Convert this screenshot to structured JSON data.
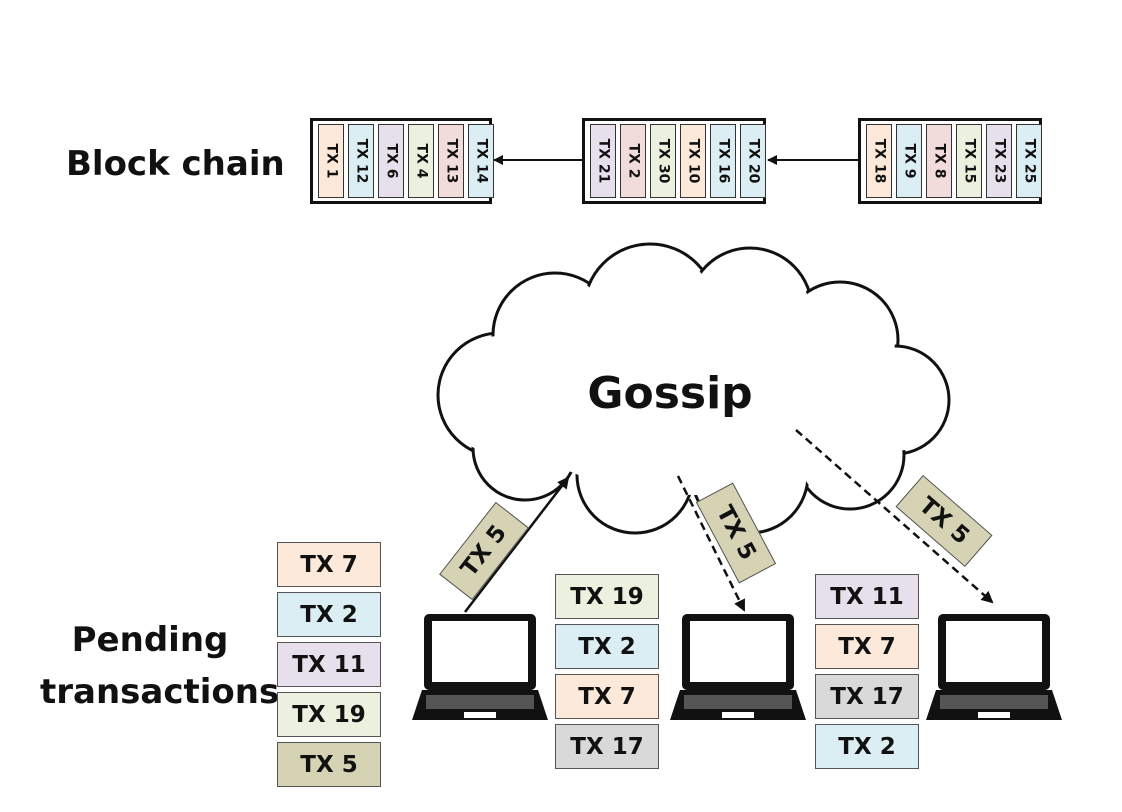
{
  "labels": {
    "blockchain": "Block chain",
    "pending_line1": "Pending",
    "pending_line2": "transactions",
    "gossip": "Gossip"
  },
  "colors": {
    "orange": "#fde9d9",
    "blue": "#dbeef4",
    "purple": "#e5e0ec",
    "green": "#ebf1de",
    "pink": "#f2dcdb",
    "grey": "#d9d9d9",
    "khaki": "#d6d3b4"
  },
  "blocks": [
    {
      "txs": [
        {
          "label": "TX 1",
          "color": "orange"
        },
        {
          "label": "TX 12",
          "color": "blue"
        },
        {
          "label": "TX 6",
          "color": "purple"
        },
        {
          "label": "TX 4",
          "color": "green"
        },
        {
          "label": "TX 13",
          "color": "pink"
        },
        {
          "label": "TX 14",
          "color": "blue"
        }
      ]
    },
    {
      "txs": [
        {
          "label": "TX 21",
          "color": "purple"
        },
        {
          "label": "TX 2",
          "color": "pink"
        },
        {
          "label": "TX 30",
          "color": "green"
        },
        {
          "label": "TX 10",
          "color": "orange"
        },
        {
          "label": "TX 16",
          "color": "blue"
        },
        {
          "label": "TX 20",
          "color": "blue"
        }
      ]
    },
    {
      "txs": [
        {
          "label": "TX 18",
          "color": "orange"
        },
        {
          "label": "TX 9",
          "color": "blue"
        },
        {
          "label": "TX 8",
          "color": "pink"
        },
        {
          "label": "TX 15",
          "color": "green"
        },
        {
          "label": "TX 23",
          "color": "purple"
        },
        {
          "label": "TX 25",
          "color": "blue"
        }
      ]
    }
  ],
  "pending_groups": [
    {
      "txs": [
        {
          "label": "TX 7",
          "color": "orange"
        },
        {
          "label": "TX 2",
          "color": "blue"
        },
        {
          "label": "TX 11",
          "color": "purple"
        },
        {
          "label": "TX 19",
          "color": "green"
        },
        {
          "label": "TX 5",
          "color": "khaki"
        }
      ]
    },
    {
      "txs": [
        {
          "label": "TX 19",
          "color": "green"
        },
        {
          "label": "TX 2",
          "color": "blue"
        },
        {
          "label": "TX 7",
          "color": "orange"
        },
        {
          "label": "TX 17",
          "color": "grey"
        }
      ]
    },
    {
      "txs": [
        {
          "label": "TX 11",
          "color": "purple"
        },
        {
          "label": "TX 7",
          "color": "orange"
        },
        {
          "label": "TX 17",
          "color": "grey"
        },
        {
          "label": "TX 2",
          "color": "blue"
        }
      ]
    }
  ],
  "messages": [
    {
      "label": "TX 5"
    },
    {
      "label": "TX 5"
    },
    {
      "label": "TX 5"
    }
  ]
}
